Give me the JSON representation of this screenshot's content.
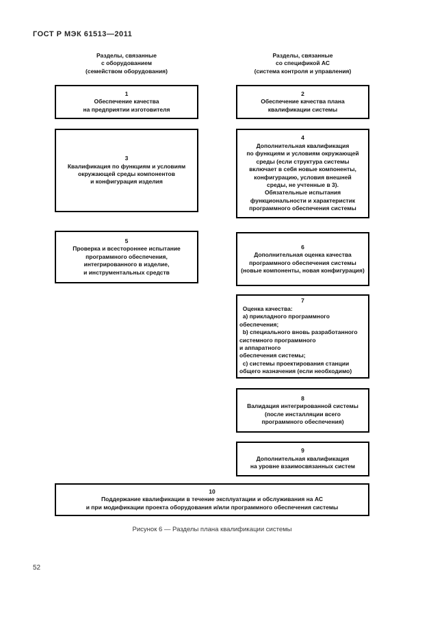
{
  "page": {
    "header": "ГОСТ Р МЭК 61513—2011",
    "caption": "Рисунок 6 — Разделы плана квалификации системы",
    "page_number": "52"
  },
  "columns": {
    "left_header": "Разделы, связанные\nс оборудованием\n(семейством оборудования)",
    "right_header": "Разделы, связанные\nсо спецификой АС\n(система контроля и управления)"
  },
  "boxes": [
    {
      "num": "1",
      "text": "Обеспечение качества\nна предприятии изготовителя"
    },
    {
      "num": "2",
      "text": "Обеспечение качества плана\nквалификации системы"
    },
    {
      "num": "3",
      "text": "Квалификация по функциям и условиям\nокружающей среды компонентов\nи конфигурация изделия"
    },
    {
      "num": "4",
      "text": "Дополнительная квалификация\nпо функциям и условиям окружающей\nсреды (если структура системы\nвключает в себя новые компоненты,\nконфигурацию, условия внешней\nсреды, не учтенные в 3).\nОбязательные испытания\nфункциональности и характеристик\nпрограммного обеспечения системы"
    },
    {
      "num": "5",
      "text": "Проверка и всестороннее испытание\nпрограммного обеспечения,\nинтегрированного в изделие,\nи инструментальных средств"
    },
    {
      "num": "6",
      "text": "Дополнительная оценка качества\nпрограммного обеспечения системы\n(новые компоненты, новая конфигурация)"
    },
    {
      "num": "7",
      "text": "  Оценка качества:\n  a) прикладного программного\nобеспечения;\n  b) специального вновь разработанного\nсистемного программного\nи аппаратного\nобеспечения системы;\n  c) системы проектирования станции\nобщего назначения (если необходимо)"
    },
    {
      "num": "8",
      "text": "Валидация интегрированной системы\n(после инсталляции всего\nпрограммного обеспечения)"
    },
    {
      "num": "9",
      "text": "Дополнительная квалификация\nна уровне взаимосвязанных систем"
    },
    {
      "num": "10",
      "text": "Поддержание квалификации в течение эксплуатации и обслуживания на АС\nи при модификации проекта оборудования и/или программного обеспечения системы"
    }
  ],
  "colors": {
    "box_border": "#000000",
    "text": "#111111",
    "background": "#ffffff"
  }
}
